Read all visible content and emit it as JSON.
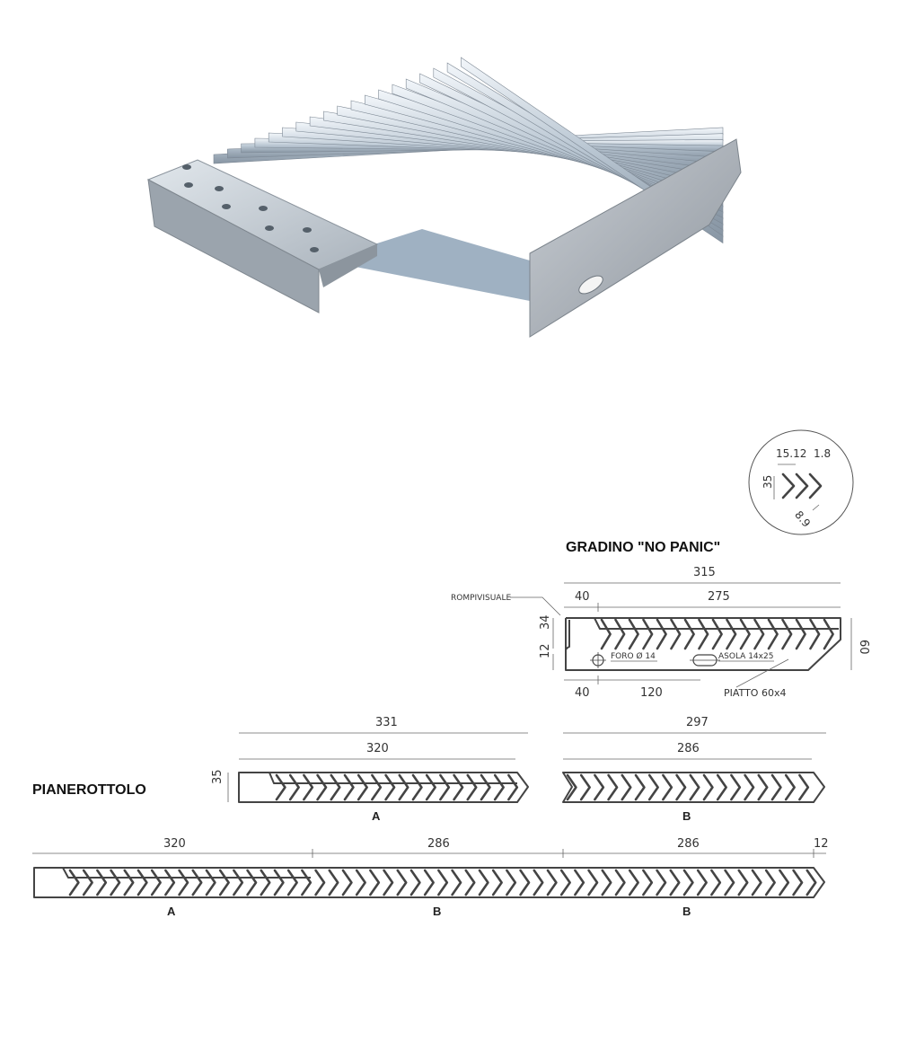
{
  "detail": {
    "pitch": "15.12",
    "thickness": "1.8",
    "height": "35",
    "gap": "8.9"
  },
  "gradino": {
    "title": "GRADINO \"NO PANIC\"",
    "total": "315",
    "left": "40",
    "right": "275",
    "rompivisuale": "ROMPIVISUALE",
    "h_top": "34",
    "h_bottom": "12",
    "h_total": "60",
    "foro": "FORO Ø 14",
    "asola": "ASOLA 14x25",
    "bottom_left": "40",
    "bottom_mid": "120",
    "piatto": "PIATTO 60x4"
  },
  "pianerottolo": {
    "title": "PIANEROTTOLO",
    "a_total": "331",
    "a_inner": "320",
    "a_height": "35",
    "a_label": "A",
    "b_total": "297",
    "b_inner": "286",
    "b_label": "B"
  },
  "assembly": {
    "seg1": "320",
    "seg2": "286",
    "seg3": "286",
    "end": "12",
    "label1": "A",
    "label2": "B",
    "label3": "B"
  },
  "colors": {
    "steel_light": "#d4dde6",
    "steel_mid": "#a9b7c4",
    "steel_dark": "#7d8894",
    "line": "#444444"
  }
}
